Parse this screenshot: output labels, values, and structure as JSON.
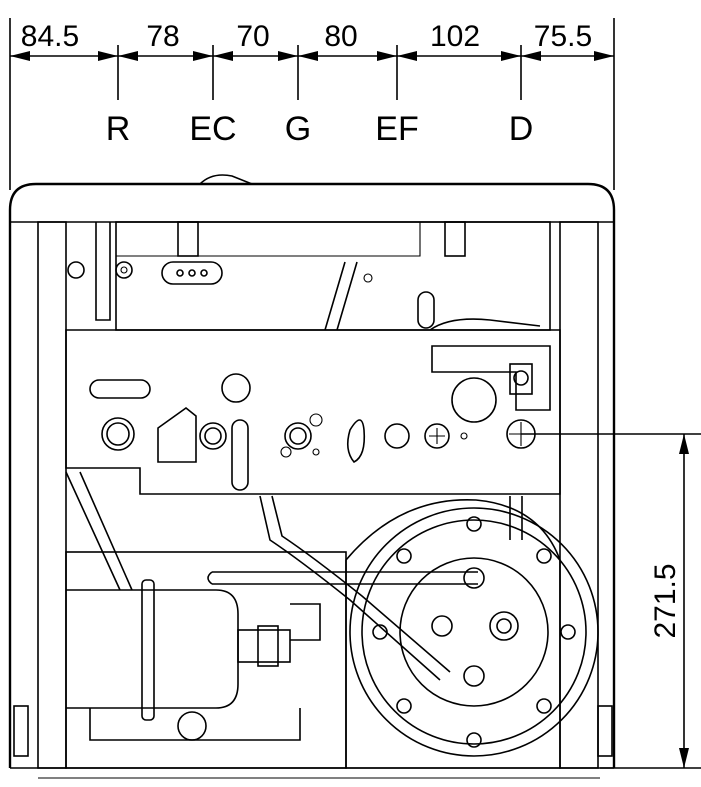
{
  "dimensions_top": [
    "84.5",
    "78",
    "70",
    "80",
    "102",
    "75.5"
  ],
  "connections": [
    "R",
    "EC",
    "G",
    "EF",
    "D"
  ],
  "dimension_side": "271.5",
  "colors": {
    "line": "#000000",
    "background": "#ffffff"
  },
  "icons": [
    "arrow-head-icon",
    "screw-icon",
    "nut-icon",
    "bolt-icon"
  ]
}
